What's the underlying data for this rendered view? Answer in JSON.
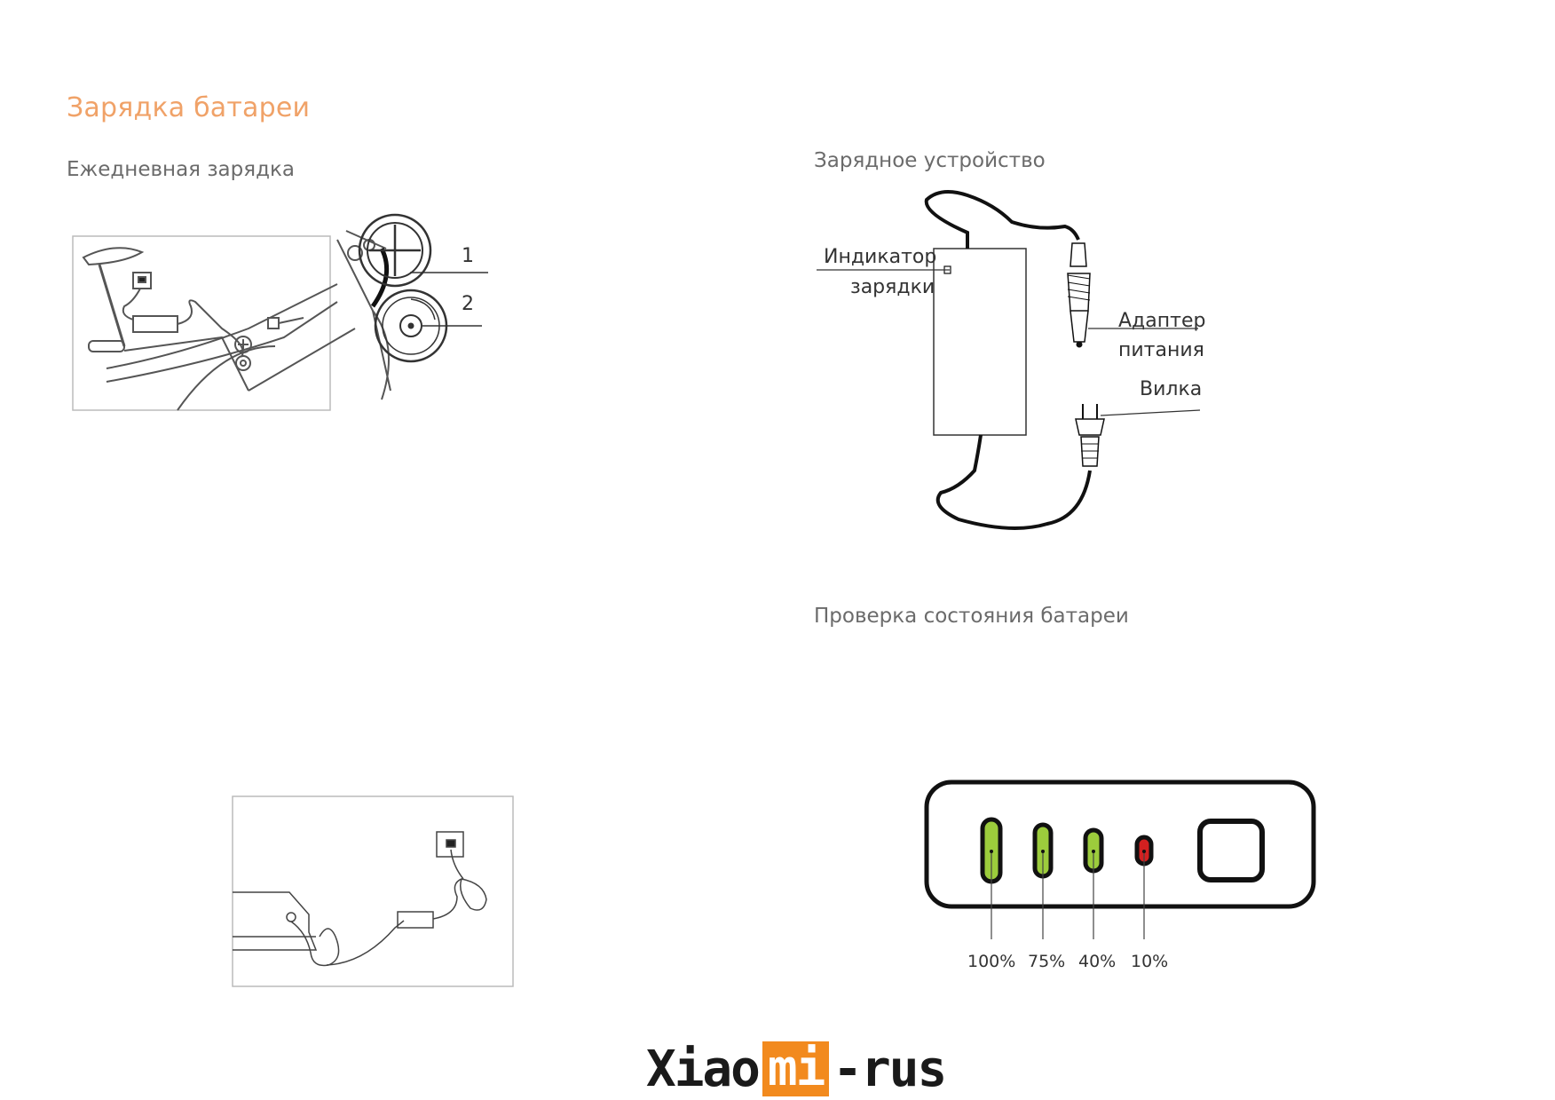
{
  "page": {
    "title": "Зарядка батареи",
    "daily_charging": "Ежедневная зарядка",
    "charger_heading": "Зарядное устройство",
    "battery_check": "Проверка состояния батареи"
  },
  "bike_figure": {
    "callout_1": "1",
    "callout_2": "2"
  },
  "charger_figure": {
    "indicator_label_line1": "Индикатор",
    "indicator_label_line2": "зарядки",
    "adapter_label_line1": "Адаптер",
    "adapter_label_line2": "питания",
    "plug_label": "Вилка"
  },
  "battery_indicator": {
    "levels": [
      {
        "label": "100%",
        "color": "#9ccc3c"
      },
      {
        "label": "75%",
        "color": "#9ccc3c"
      },
      {
        "label": "40%",
        "color": "#9ccc3c"
      },
      {
        "label": "10%",
        "color": "#d32020"
      }
    ]
  },
  "footer": {
    "logo_left": "Xiao",
    "logo_mid": "mi",
    "logo_right": "-rus",
    "brand_color": "#f28a1e"
  }
}
